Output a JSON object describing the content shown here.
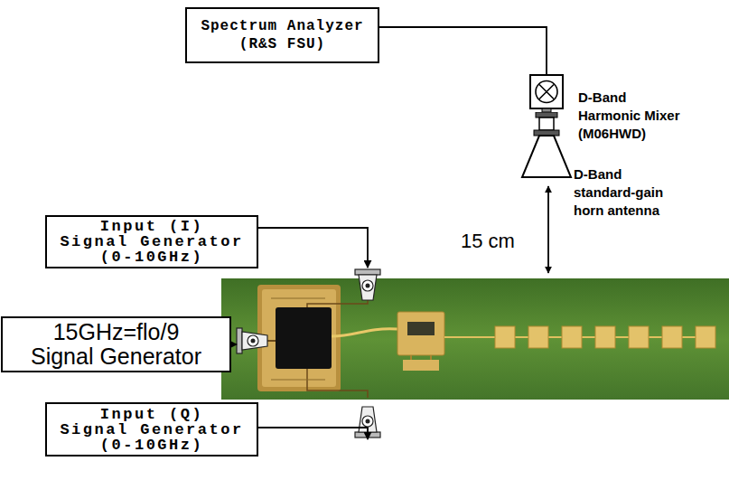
{
  "diagram": {
    "nodes": [
      {
        "text": [
          "Spectrum Analyzer",
          "(R&S FSU)"
        ]
      },
      {
        "text": [
          "D-Band",
          "Harmonic Mixer",
          "(M06HWD)"
        ]
      },
      {
        "text": [
          "D-Band",
          "standard-gain",
          "horn antenna"
        ]
      },
      {
        "text": [
          "Input (I)",
          "Signal Generator",
          "(0-10GHz)"
        ]
      },
      {
        "text": [
          "15GHz=flo/9",
          "Signal Generator"
        ]
      },
      {
        "text": [
          "Input (Q)",
          "Signal Generator",
          "(0-10GHz)"
        ]
      }
    ],
    "edges": [
      {
        "from": 0,
        "to": 1,
        "arrow": "none"
      }
    ],
    "labels": [
      "15 cm"
    ]
  }
}
